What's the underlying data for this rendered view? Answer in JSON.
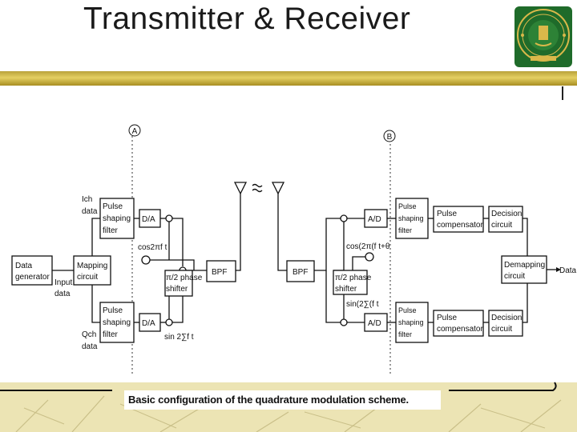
{
  "slide": {
    "title": "Transmitter & Receiver",
    "caption": "Basic configuration of the quadrature modulation scheme."
  },
  "colors": {
    "accent_band": "#d8c255",
    "logo_green": "#1f6b2a",
    "logo_gold": "#d9b84a",
    "deco_yellow": "#ece4b4"
  },
  "logo": {
    "icon": "university-seal-icon"
  },
  "diagram": {
    "section_a": "A",
    "section_b": "B",
    "tx": {
      "ich_line1": "Ich",
      "ich_line2": "data",
      "qch_line1": "Qch",
      "qch_line2": "data",
      "data_gen_line1": "Data",
      "data_gen_line2": "generator",
      "input_line1": "Input",
      "input_line2": "data",
      "mapping_line1": "Mapping",
      "mapping_line2": "circuit",
      "pulse_top_1": "Pulse",
      "pulse_top_2": "shaping",
      "pulse_top_3": "filter",
      "pulse_bot_1": "Pulse",
      "pulse_bot_2": "shaping",
      "pulse_bot_3": "filter",
      "da_top": "D/A",
      "da_bot": "D/A",
      "cos_label": "cos2πf t",
      "sin_label": "sin 2∑f t",
      "shifter_line1": "π/2 phase",
      "shifter_line2": "shifter",
      "bpf": "BPF"
    },
    "rx": {
      "bpf": "BPF",
      "cos_label": "cos(2π(f t+θ",
      "sin_label": "sin(2∑(f t",
      "shifter_line1": "π/2 phase",
      "shifter_line2": "shifter",
      "ad_top": "A/D",
      "ad_bot": "A/D",
      "pulse_top_1": "Pulse",
      "pulse_top_2": "shaping",
      "pulse_top_3": "filter",
      "pulse_bot_1": "Pulse",
      "pulse_bot_2": "shaping",
      "pulse_bot_3": "filter",
      "comp_top_1": "Pulse",
      "comp_top_2": "compensator",
      "comp_bot_1": "Pulse",
      "comp_bot_2": "compensator",
      "dec_top_1": "Decision",
      "dec_top_2": "circuit",
      "dec_bot_1": "Decision",
      "dec_bot_2": "circuit",
      "demap_1": "Demapping",
      "demap_2": "circuit",
      "out_data": "Data"
    }
  }
}
